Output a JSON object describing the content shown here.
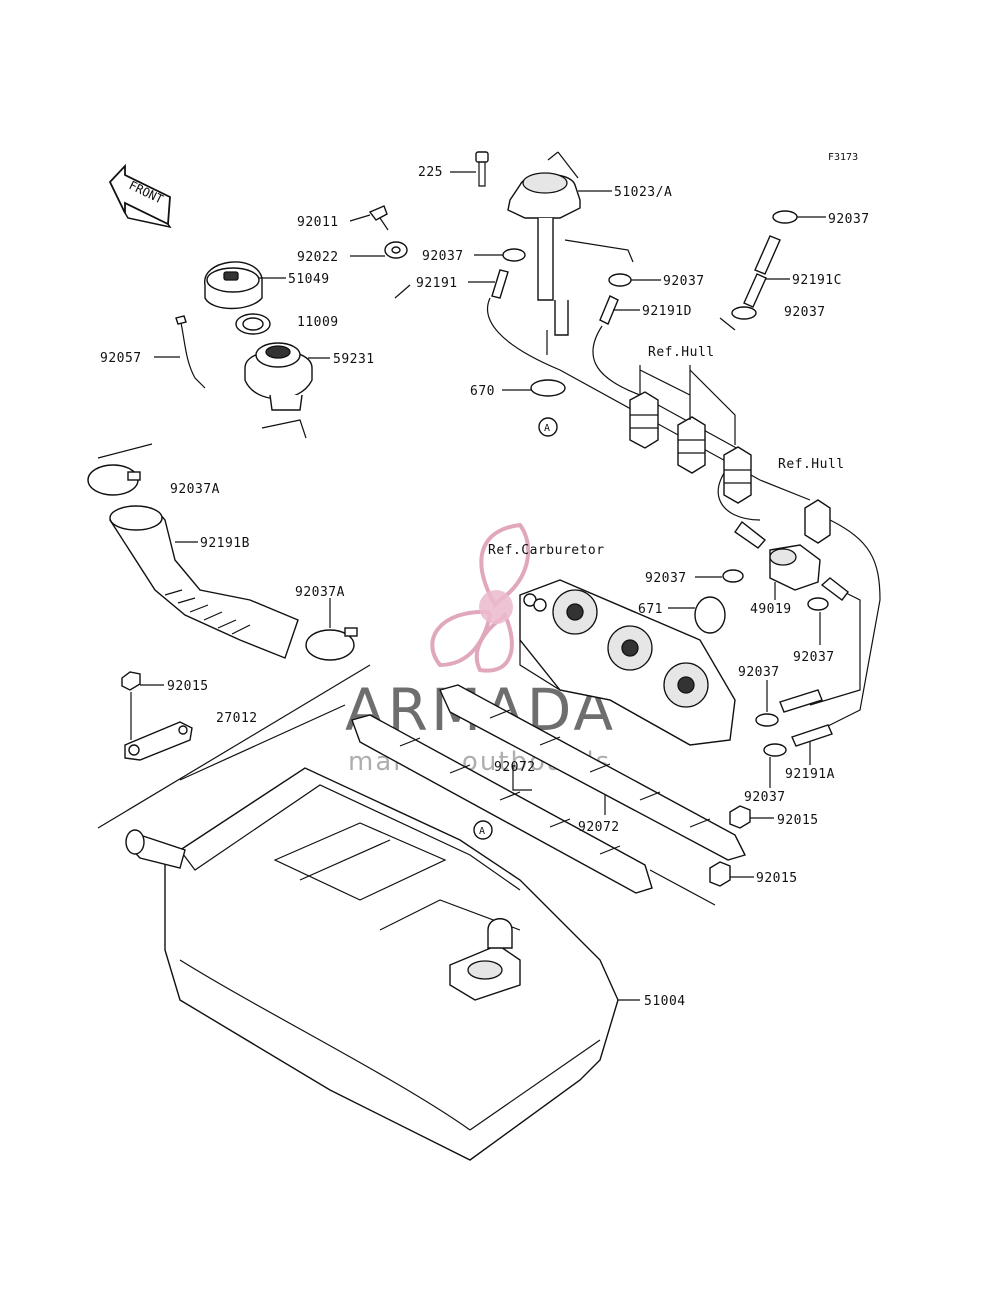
{
  "figure_code": "F3173",
  "front_marker": "FRONT",
  "circle_marker": "A",
  "watermark": {
    "title": "ARMADA",
    "subtitle": "marine outboards",
    "accent": "#d88aa8"
  },
  "labels": {
    "p225": "225",
    "p51023A": "51023/A",
    "p92037_tr": "92037",
    "p92011": "92011",
    "p92022": "92022",
    "p51049": "51049",
    "p92037_c1": "92037",
    "p92037_c2": "92037",
    "p92191": "92191",
    "p92191C": "92191C",
    "p92191D": "92191D",
    "p92037_r2": "92037",
    "p11009": "11009",
    "p92057": "92057",
    "p59231": "59231",
    "refhull1": "Ref.Hull",
    "p670": "670",
    "refhull2": "Ref.Hull",
    "p92037A_1": "92037A",
    "p92191B": "92191B",
    "refcarb": "Ref.Carburetor",
    "p92037_m": "92037",
    "p671": "671",
    "p49019": "49019",
    "p92037A_2": "92037A",
    "p92037_r3": "92037",
    "p92015_1": "92015",
    "p92037_r4": "92037",
    "p27012": "27012",
    "p92072_1": "92072",
    "p92191A": "92191A",
    "p92037_r5": "92037",
    "p92072_2": "92072",
    "p92015_2": "92015",
    "p92015_3": "92015",
    "p51004": "51004"
  }
}
